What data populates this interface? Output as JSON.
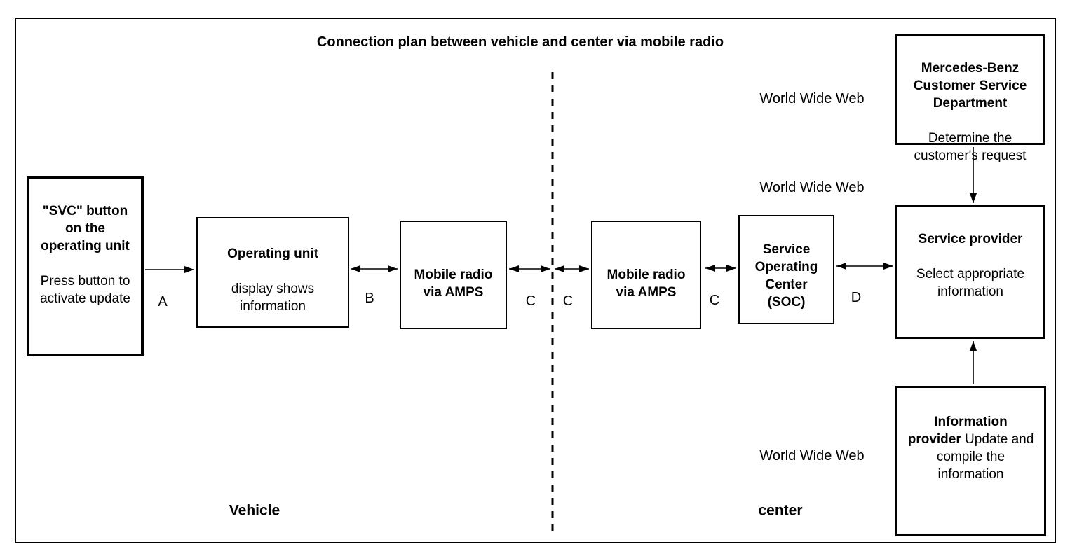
{
  "title": "Connection plan between vehicle and center via mobile radio",
  "regions": {
    "left_label": "Vehicle",
    "right_label": "center"
  },
  "www_labels": [
    "World Wide Web",
    "World Wide Web",
    "World Wide Web"
  ],
  "connector_labels": {
    "a": "A",
    "b": "B",
    "c_left": "C",
    "c_right": "C",
    "c_soc": "C",
    "d": "D"
  },
  "boxes": {
    "svc_button": {
      "heading": "\"SVC\" button\non the\noperating unit",
      "body": "Press button to\nactivate update"
    },
    "operating_unit": {
      "heading": "Operating unit",
      "body": "display shows\ninformation"
    },
    "mobile_radio_vehicle": {
      "heading": "Mobile radio\nvia AMPS"
    },
    "mobile_radio_center": {
      "heading": "Mobile radio\nvia AMPS"
    },
    "soc": {
      "heading": "Service\nOperating\nCenter\n(SOC)"
    },
    "mercedes_customer_service": {
      "heading": "Mercedes-Benz\nCustomer Service\nDepartment",
      "body": "Determine the\ncustomer's request"
    },
    "service_provider": {
      "heading": "Service provider",
      "body": "Select appropriate\ninformation"
    },
    "information_provider": {
      "heading": "Information\nprovider",
      "body_inline": " Update and\ncompile the\ninformation"
    }
  },
  "colors": {
    "ink": "#000000",
    "background": "#ffffff"
  }
}
